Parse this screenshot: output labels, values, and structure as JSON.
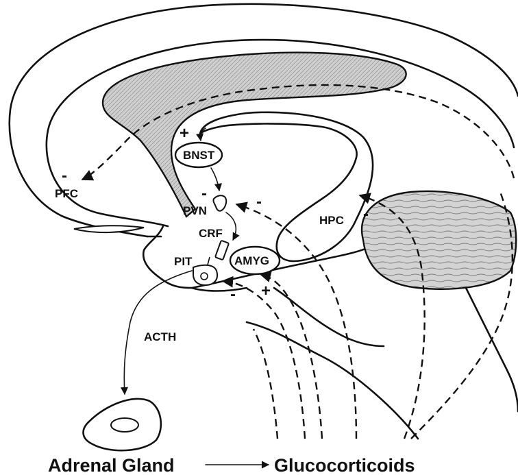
{
  "diagram": {
    "labels": {
      "pfc": "PFC",
      "bnst": "BNST",
      "pvn": "PVN",
      "crf": "CRF",
      "hpc": "HPC",
      "pit": "PIT",
      "amyg": "AMYG",
      "acth": "ACTH",
      "adrenal_gland": "Adrenal Gland",
      "glucocorticoids": "Glucocorticoids"
    },
    "signs": {
      "pfc": "-",
      "bnst": "+",
      "pvn": "-",
      "hypothalamus": "-",
      "hpc": "-",
      "pit": "-",
      "amyg": "+"
    },
    "colors": {
      "ink": "#111111",
      "shading": "#cfcfcf",
      "background": "#ffffff"
    }
  }
}
